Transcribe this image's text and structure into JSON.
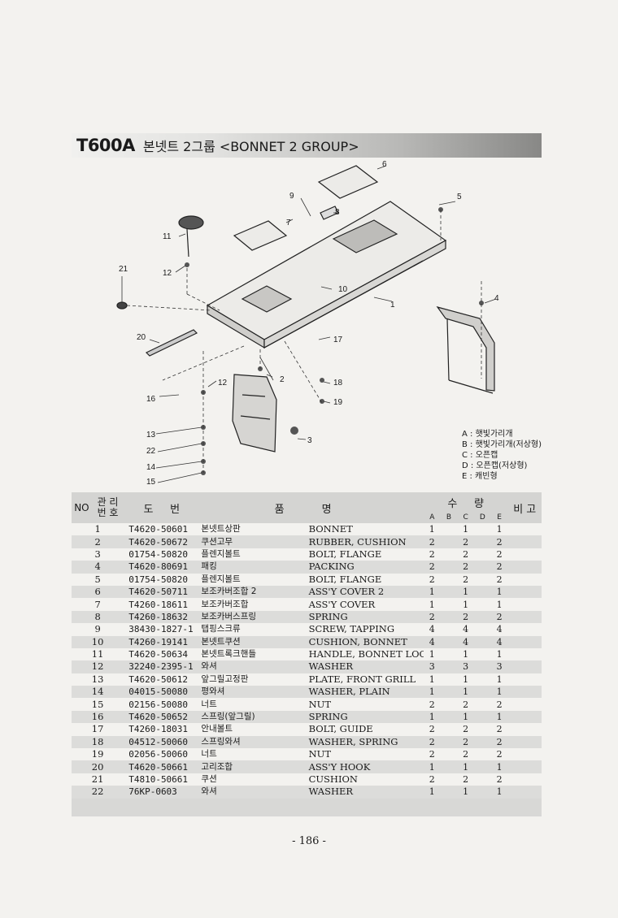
{
  "header": {
    "model": "T600A",
    "title": "본넷트 2그룹 <BONNET 2 GROUP>"
  },
  "diagram": {
    "callouts": [
      "1",
      "2",
      "3",
      "4",
      "5",
      "6",
      "7",
      "8",
      "9",
      "10",
      "11",
      "12",
      "12",
      "13",
      "14",
      "15",
      "16",
      "17",
      "18",
      "19",
      "20",
      "21",
      "22"
    ]
  },
  "legend": [
    "A : 햇빛가리개",
    "B : 햇빛가리개(저상형)",
    "C : 오픈캡",
    "D : 오픈캡(저상형)",
    "E : 캐빈형"
  ],
  "table": {
    "headers": {
      "no": "NO",
      "mgmt_top": "관 리",
      "mgmt_bottom": "번 호",
      "drawing_no": "도     번",
      "name_left": "품",
      "name_right": "명",
      "qty": "수     량",
      "remarks": "비  고",
      "qty_cols": [
        "A",
        "B",
        "C",
        "D",
        "E"
      ]
    },
    "rows": [
      {
        "no": "1",
        "part": "T4620-50601",
        "kr": "본넷트상판",
        "en": "BONNET",
        "a": "1",
        "c": "1",
        "e": "1"
      },
      {
        "no": "2",
        "part": "T4620-50672",
        "kr": "쿠션고무",
        "en": "RUBBER, CUSHION",
        "a": "2",
        "c": "2",
        "e": "2"
      },
      {
        "no": "3",
        "part": "01754-50820",
        "kr": "플렌지볼트",
        "en": "BOLT, FLANGE",
        "a": "2",
        "c": "2",
        "e": "2"
      },
      {
        "no": "4",
        "part": "T4620-80691",
        "kr": "패킹",
        "en": "PACKING",
        "a": "2",
        "c": "2",
        "e": "2"
      },
      {
        "no": "5",
        "part": "01754-50820",
        "kr": "플렌지볼트",
        "en": "BOLT, FLANGE",
        "a": "2",
        "c": "2",
        "e": "2"
      },
      {
        "no": "6",
        "part": "T4620-50711",
        "kr": "보조카버조합 2",
        "en": "ASS'Y COVER 2",
        "a": "1",
        "c": "1",
        "e": "1"
      },
      {
        "no": "7",
        "part": "T4260-18611",
        "kr": "보조카버조합",
        "en": "ASS'Y COVER",
        "a": "1",
        "c": "1",
        "e": "1"
      },
      {
        "no": "8",
        "part": "T4260-18632",
        "kr": "보조카버스프링",
        "en": "SPRING",
        "a": "2",
        "c": "2",
        "e": "2"
      },
      {
        "no": "9",
        "part": "38430-1827-1",
        "kr": "탭핑스크류",
        "en": "SCREW, TAPPING",
        "a": "4",
        "c": "4",
        "e": "4"
      },
      {
        "no": "10",
        "part": "T4260-19141",
        "kr": "본넷트쿠션",
        "en": "CUSHION, BONNET",
        "a": "4",
        "c": "4",
        "e": "4"
      },
      {
        "no": "11",
        "part": "T4620-50634",
        "kr": "본넷트록크핸들",
        "en": "HANDLE, BONNET LOCK",
        "a": "1",
        "c": "1",
        "e": "1"
      },
      {
        "no": "12",
        "part": "32240-2395-1",
        "kr": "와셔",
        "en": "WASHER",
        "a": "3",
        "c": "3",
        "e": "3"
      },
      {
        "no": "13",
        "part": "T4620-50612",
        "kr": "앞그릴고정판",
        "en": "PLATE, FRONT GRILL",
        "a": "1",
        "c": "1",
        "e": "1"
      },
      {
        "no": "14",
        "part": "04015-50080",
        "kr": "평와셔",
        "en": "WASHER, PLAIN",
        "a": "1",
        "c": "1",
        "e": "1"
      },
      {
        "no": "15",
        "part": "02156-50080",
        "kr": "너트",
        "en": "NUT",
        "a": "2",
        "c": "2",
        "e": "2"
      },
      {
        "no": "16",
        "part": "T4620-50652",
        "kr": "스프링(앞그릴)",
        "en": "SPRING",
        "a": "1",
        "c": "1",
        "e": "1"
      },
      {
        "no": "17",
        "part": "T4260-18031",
        "kr": "안내볼트",
        "en": "BOLT, GUIDE",
        "a": "2",
        "c": "2",
        "e": "2"
      },
      {
        "no": "18",
        "part": "04512-50060",
        "kr": "스프링와셔",
        "en": "WASHER, SPRING",
        "a": "2",
        "c": "2",
        "e": "2"
      },
      {
        "no": "19",
        "part": "02056-50060",
        "kr": "너트",
        "en": "NUT",
        "a": "2",
        "c": "2",
        "e": "2"
      },
      {
        "no": "20",
        "part": "T4620-50661",
        "kr": "고리조합",
        "en": "ASS'Y HOOK",
        "a": "1",
        "c": "1",
        "e": "1"
      },
      {
        "no": "21",
        "part": "T4810-50661",
        "kr": "쿠션",
        "en": "CUSHION",
        "a": "2",
        "c": "2",
        "e": "2"
      },
      {
        "no": "22",
        "part": "76KP-0603",
        "kr": "와셔",
        "en": "WASHER",
        "a": "1",
        "c": "1",
        "e": "1"
      }
    ]
  },
  "footer": {
    "page": "- 186 -"
  }
}
